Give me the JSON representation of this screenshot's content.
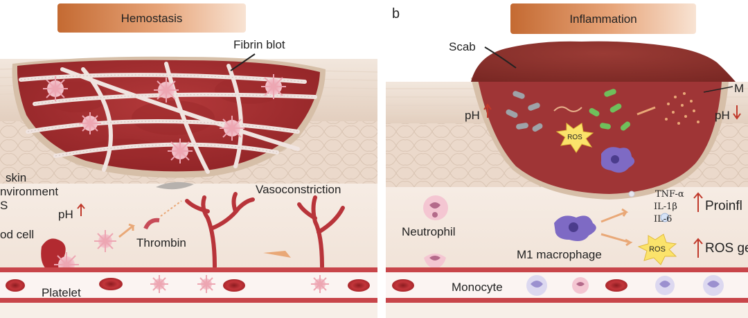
{
  "panel_a": {
    "header": "Hemostasis",
    "fibrin_label": "Fibrin blot",
    "left_line1": "skin",
    "left_line2": "nvironment",
    "left_line3": "S",
    "blood_cell": "od cell",
    "ph": "pH",
    "vasoconstriction": "Vasoconstriction",
    "thrombin": "Thrombin",
    "platelet": "Platelet"
  },
  "panel_b": {
    "letter": "b",
    "header": "Inflammation",
    "scab": "Scab",
    "m_label": "M",
    "ph_left": "pH",
    "ph_right": "pH",
    "ros_wound": "ROS",
    "cyt1": "TNF-α",
    "cyt2": "IL-1β",
    "cyt3": "IL-6",
    "proinfl": "Proinfl",
    "neutrophil": "Neutrophil",
    "m1": "M1 macrophage",
    "ros_burst": "ROS",
    "ros_gen": "ROS ge",
    "monocyte": "Monocyte"
  },
  "colors": {
    "header_grad_start": "#c8743a",
    "header_grad_end": "#f6dcc8",
    "wound": "#a32b2b",
    "skin": "#efe0d3",
    "vessel": "#c8454a",
    "arrow_orange": "#e9a877",
    "up_arrow": "#c0392b"
  }
}
